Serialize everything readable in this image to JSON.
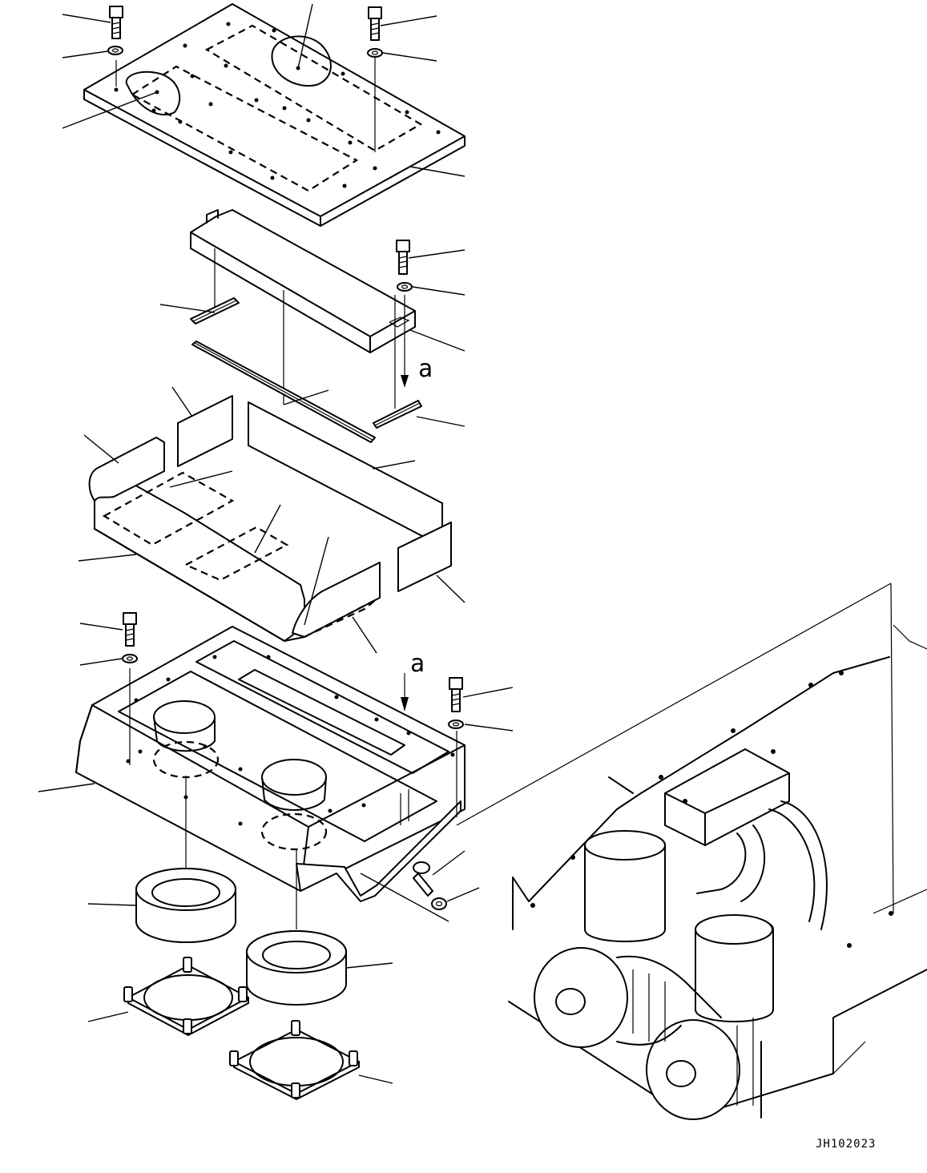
{
  "drawing": {
    "view_label_upper": "a",
    "view_label_lower": "a",
    "drawing_code": "JH102023"
  }
}
